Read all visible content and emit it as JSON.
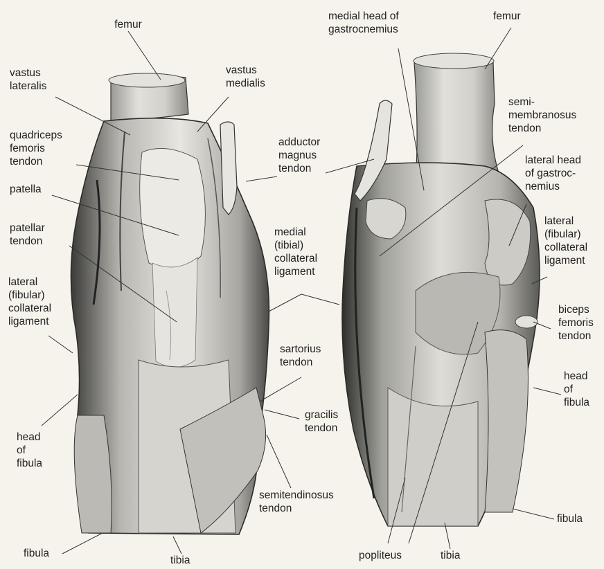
{
  "left_view": {
    "femur": "femur",
    "vastus_lateralis": "vastus\nlateralis",
    "vastus_medialis": "vastus\nmedialis",
    "quadriceps_femoris_tendon": "quadriceps\nfemoris\ntendon",
    "patella": "patella",
    "patellar_tendon": "patellar\ntendon",
    "lateral_collateral_ligament": "lateral\n(fibular)\ncollateral\nligament",
    "head_of_fibula": "head\nof\nfibula",
    "fibula": "fibula",
    "tibia": "tibia",
    "adductor_magnus_tendon": "adductor\nmagnus\ntendon",
    "medial_collateral_ligament": "medial\n(tibial)\ncollateral\nligament",
    "sartorius_tendon": "sartorius\ntendon",
    "gracilis_tendon": "gracilis\ntendon",
    "semitendinosus_tendon": "semitendinosus\ntendon"
  },
  "right_view": {
    "medial_head_gastrocnemius": "medial head of\ngastrocnemius",
    "femur": "femur",
    "semimembranosus_tendon": "semi-\nmembranosus\ntendon",
    "lateral_head_gastrocnemius": "lateral head\nof gastroc-\nnemius",
    "lateral_collateral_ligament": "lateral\n(fibular)\ncollateral\nligament",
    "biceps_femoris_tendon": "biceps\nfemoris\ntendon",
    "head_of_fibula": "head\nof\nfibula",
    "fibula": "fibula",
    "tibia": "tibia",
    "popliteus": "popliteus"
  }
}
